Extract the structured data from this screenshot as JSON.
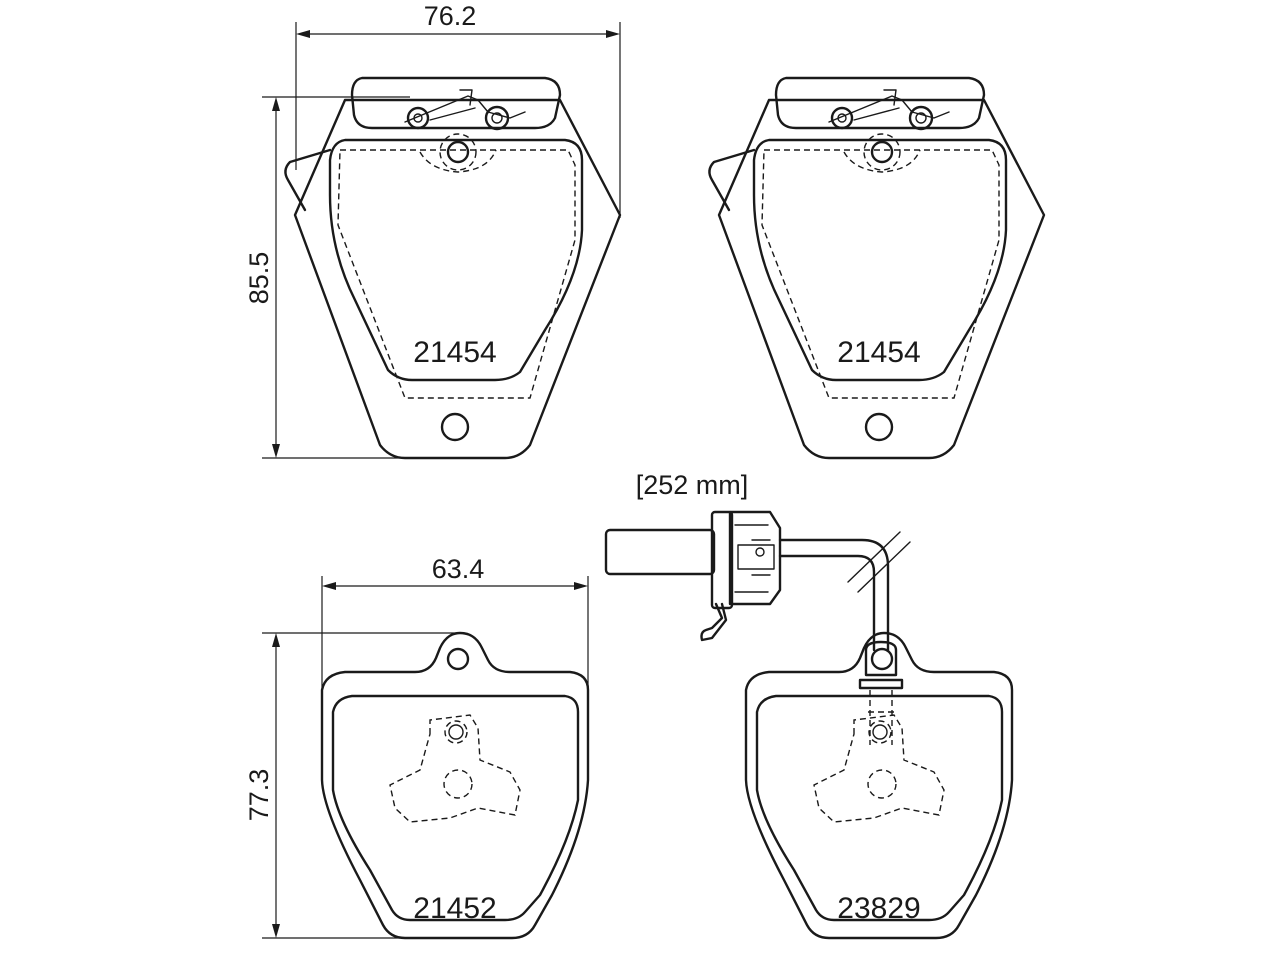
{
  "dimensions": {
    "width_top": "76.2",
    "height_top": "85.5",
    "width_bottom": "63.4",
    "height_bottom": "77.3",
    "sensor_cable_length": "[252 mm]"
  },
  "parts": {
    "top_left": "21454",
    "top_right": "21454",
    "bottom_left": "21452",
    "bottom_right": "23829"
  }
}
